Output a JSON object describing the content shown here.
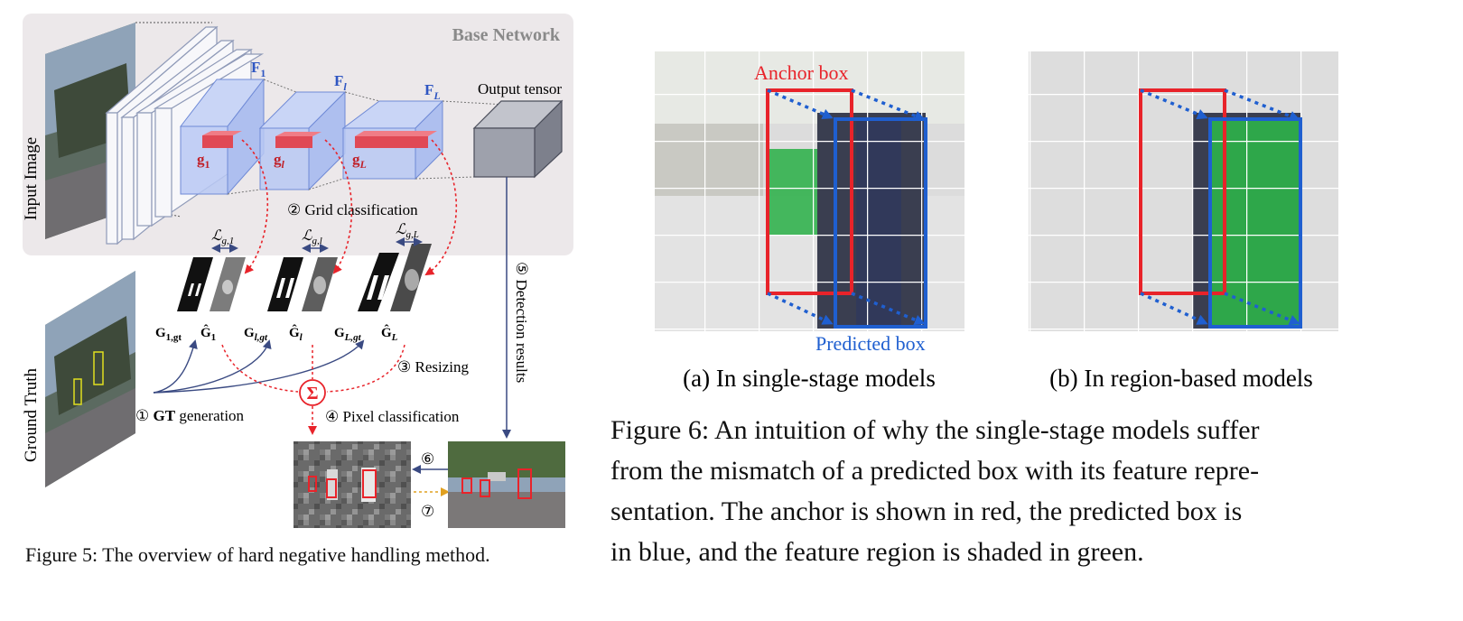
{
  "figure5": {
    "base_network": "Base Network",
    "input_image": "Input Image",
    "ground_truth": "Ground Truth",
    "f1": "F",
    "f1_sub": "1",
    "fl": "F",
    "fl_sub": "l",
    "fL": "F",
    "fL_sub": "L",
    "output_tensor": "Output tensor",
    "g1": "g",
    "g1_sub": "1",
    "gl": "g",
    "gl_sub": "l",
    "gL": "g",
    "gL_sub": "L",
    "step2": "② Grid classification",
    "step1_num": "①",
    "step1_bold": "GT",
    "step1_rest": "generation",
    "step3": "③ Resizing",
    "step4": "④ Pixel classification",
    "step5": "⑤ Detection results",
    "step6": "⑥",
    "step7": "⑦",
    "loss1": "ℒ",
    "loss1_sub": "g,1",
    "lossl": "ℒ",
    "lossl_sub": "g,l",
    "lossL": "ℒ",
    "lossL_sub": "g,L",
    "G1gt": "G",
    "G1gt_sub": "1,gt",
    "G1hat": "Ĝ",
    "G1hat_sub": "1",
    "Glgt": "G",
    "Glgt_sub": "l,gt",
    "Glhat": "Ĝ",
    "Glhat_sub": "l",
    "GLgt": "G",
    "GLgt_sub": "L,gt",
    "GLhat": "Ĝ",
    "GLhat_sub": "L",
    "sigma": "Σ",
    "caption": "Figure 5: The overview of hard negative handling method."
  },
  "figure6": {
    "anchor_box": "Anchor box",
    "predicted_box": "Predicted box",
    "sub_a": "(a) In single-stage models",
    "sub_b": "(b) In region-based models",
    "caption_lines": [
      "Figure 6: An intuition of why the single-stage models suffer",
      "from the mismatch of a predicted box with its feature repre-",
      "sentation. The anchor is shown in red, the predicted box is",
      "in blue, and the feature region is shaded in green."
    ]
  },
  "colors": {
    "red": "#e8232a",
    "blue": "#1f5fd0",
    "green": "#2eb04a",
    "cube_blue": "#b9c8f3",
    "base_bg": "#ece8ea",
    "output_gray": "#9ea1ac"
  }
}
